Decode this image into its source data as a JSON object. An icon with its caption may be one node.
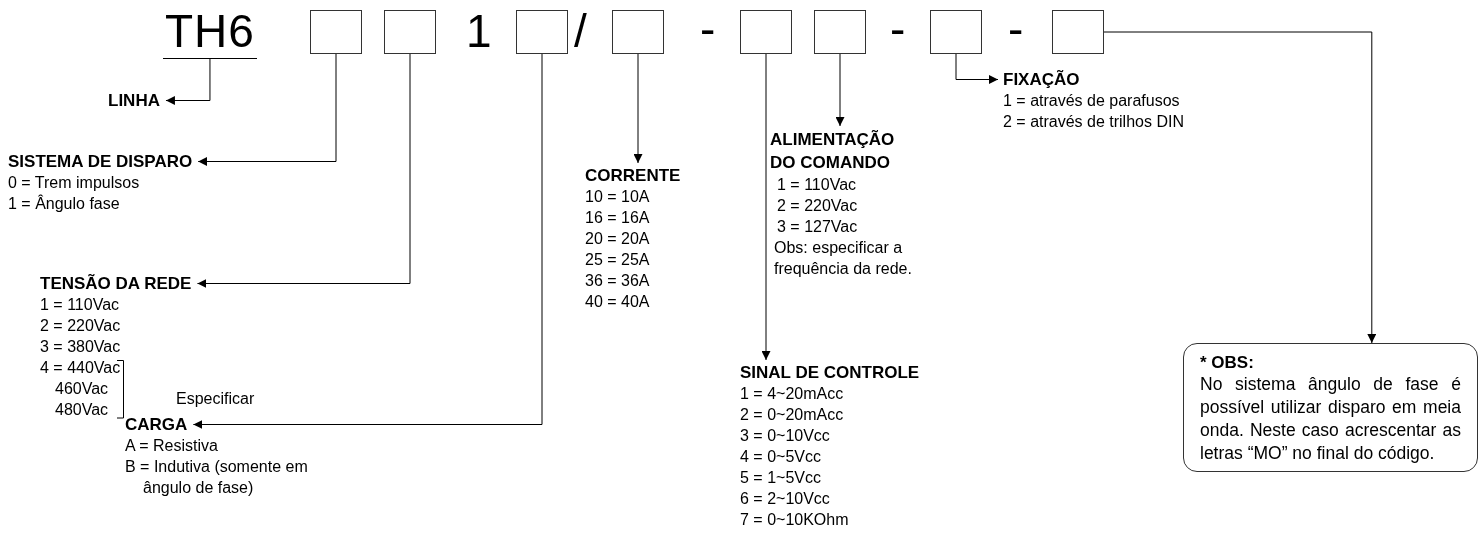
{
  "diagram": {
    "nodes": [
      {
        "text": [
          "TH6"
        ]
      },
      {
        "text": [],
        "shape": "box"
      },
      {
        "text": [],
        "shape": "box"
      },
      {
        "text": [],
        "shape": "box"
      },
      {
        "text": [],
        "shape": "box"
      },
      {
        "text": [],
        "shape": "box"
      },
      {
        "text": [],
        "shape": "box"
      },
      {
        "text": [],
        "shape": "box"
      },
      {
        "text": [],
        "shape": "box"
      },
      {
        "text": [
          "LINHA"
        ]
      },
      {
        "text": [
          "SISTEMA DE DISPARO",
          "0 = Trem impulsos",
          "1 = Ângulo fase"
        ]
      },
      {
        "text": [
          "TENSÃO DA REDE",
          "1 = 110Vac",
          "2 = 220Vac",
          "3 = 380Vac",
          "4 = 440Vac",
          "460Vac",
          "480Vac",
          "Especificar"
        ]
      },
      {
        "text": [
          "CARGA",
          "A = Resistiva",
          "B = Indutiva (somente em ângulo de fase)"
        ]
      },
      {
        "text": [
          "CORRENTE",
          "10 = 10A",
          "16 = 16A",
          "20 = 20A",
          "25 = 25A",
          "36 = 36A",
          "40 = 40A"
        ]
      },
      {
        "text": [
          "SINAL DE CONTROLE",
          "1 = 4~20mAcc",
          "2 = 0~20mAcc",
          "3 = 0~10Vcc",
          "4 = 0~5Vcc",
          "5 = 1~5Vcc",
          "6 = 2~10Vcc",
          "7 = 0~10KOhm"
        ]
      },
      {
        "text": [
          "ALIMENTAÇÃO DO COMANDO",
          "1 = 110Vac",
          "2 = 220Vac",
          "3 = 127Vac",
          "Obs: especificar a frequência da rede."
        ]
      },
      {
        "text": [
          "FIXAÇÃO",
          "1 = através de parafusos",
          "2 = através de trilhos DIN"
        ]
      },
      {
        "text": [
          "* OBS:",
          "No sistema ângulo de fase é possível utilizar disparo em meia onda. Neste caso acrescentar as letras “MO” no final do código."
        ]
      }
    ],
    "edges": [
      {
        "from": 0,
        "to": 9,
        "arrow": "to"
      },
      {
        "from": 1,
        "to": 10,
        "arrow": "to"
      },
      {
        "from": 2,
        "to": 11,
        "arrow": "to"
      },
      {
        "from": 3,
        "to": 12,
        "arrow": "to"
      },
      {
        "from": 4,
        "to": 13,
        "arrow": "to"
      },
      {
        "from": 5,
        "to": 14,
        "arrow": "to"
      },
      {
        "from": 6,
        "to": 15,
        "arrow": "to"
      },
      {
        "from": 7,
        "to": 16,
        "arrow": "to"
      },
      {
        "from": 8,
        "to": 17,
        "arrow": "to"
      }
    ],
    "labels": [
      "1",
      "/",
      "-",
      "-",
      "-"
    ]
  }
}
